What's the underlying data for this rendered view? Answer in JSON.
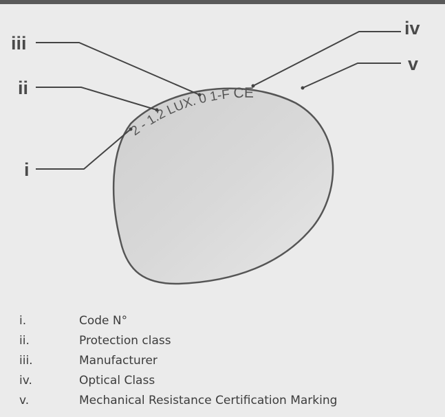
{
  "diagram": {
    "callouts": [
      "i",
      "ii",
      "iii",
      "iv",
      "v"
    ],
    "lens_marking": {
      "code": "2",
      "protection_class": "- 1.2",
      "manufacturer": "LUX.",
      "optical_class": "0 1-F",
      "certification": "CE"
    }
  },
  "legend": [
    {
      "num": "i.",
      "label": "Code N°"
    },
    {
      "num": "ii.",
      "label": "Protection class"
    },
    {
      "num": "iii.",
      "label": "Manufacturer"
    },
    {
      "num": "iv.",
      "label": "Optical Class"
    },
    {
      "num": "v.",
      "label": "Mechanical Resistance Certification Marking"
    }
  ]
}
